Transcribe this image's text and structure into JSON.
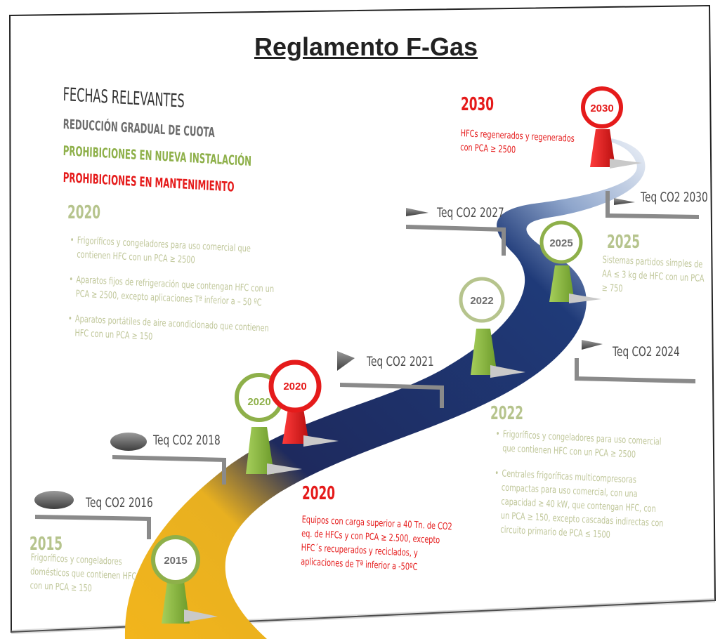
{
  "title": "Reglamento F-Gas",
  "legend": {
    "fechas": "FECHAS RELEVANTES",
    "cuota": "REDUCCIÓN GRADUAL DE CUOTA",
    "nueva": "PROHIBICIONES EN NUEVA INSTALACIÓN",
    "mantenimiento": "PROHIBICIONES EN MANTENIMIENTO"
  },
  "colors": {
    "red": "#e51b1b",
    "green": "#8eb04a",
    "gray": "#6d6d6d",
    "road_dark": "#1e2a5e",
    "road_yellow": "#f2b51c"
  },
  "block2020_left": {
    "heading": "2020",
    "items": [
      "Frigoríficos y congeladores para uso comercial que contienen HFC con un PCA ≥ 2500",
      "Aparatos fijos de refrigeración que contengan HFC con un PCA ≥ 2500, excepto aplicaciones Tª inferior  a – 50 ºC",
      "Aparatos portátiles de aire acondicionado que contienen HFC con un PCA ≥ 150"
    ]
  },
  "block2030": {
    "heading": "2030",
    "text": "HFCs regenerados y regenerados con PCA ≥ 2500"
  },
  "block2025": {
    "heading": "2025",
    "text": "Sistemas partidos simples de AA ≤ 3 kg de HFC con un PCA ≥ 750"
  },
  "block2022": {
    "heading": "2022",
    "items": [
      "Frigoríficos y congeladores para uso comercial que contienen HFC con un PCA ≥ 2500",
      "Centrales frigoríficas multicompresoras compactas para uso comercial, con una capacidad ≥ 40 kW, que contengan HFC, con un PCA ≥ 150, excepto cascadas indirectas con circuito primario de PCA ≤ 1500"
    ]
  },
  "block2020_red": {
    "heading": "2020",
    "text": "Equipos con carga superior a 40 Tn. de CO2 eq. de HFCs y con PCA ≥ 2.500, excepto HFC´s recuperados y reciclados, y aplicaciones de Tª inferior a -50ºC"
  },
  "block2015": {
    "heading": "2015",
    "text": "Frigoríficos y congeladores domésticos que contienen HFC con un PCA ≥ 150"
  },
  "teq": {
    "t2016": "Teq CO2 2016",
    "t2018": "Teq CO2 2018",
    "t2021": "Teq CO2 2021",
    "t2024": "Teq CO2 2024",
    "t2027": "Teq CO2 2027",
    "t2030": "Teq CO2 2030"
  },
  "pins": {
    "p2015": "2015",
    "p2020g": "2020",
    "p2020r": "2020",
    "p2022": "2022",
    "p2025": "2025",
    "p2030": "2030"
  }
}
